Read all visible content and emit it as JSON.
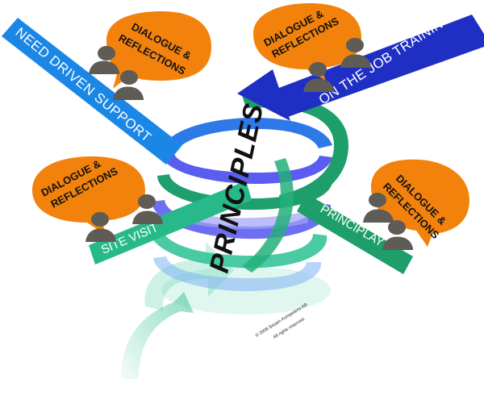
{
  "colors": {
    "blue_arrow": "#1a86e6",
    "dark_blue_arrow": "#1f2fc4",
    "green_arrow": "#1d9e6a",
    "teal_arrow": "#28b98a",
    "speech_bubble": "#f2820c",
    "figure": "#5e5c55",
    "spiral_green": "#1ea06a",
    "spiral_blue": "#2d79e8",
    "spiral_violet": "#5b5cf0"
  },
  "diagram": {
    "center_label": "PRINCIPLES",
    "arrows": {
      "need_driven": "NEED DRIVEN SUPPORT",
      "on_the_job": "ON THE JOB TRAINING",
      "site_visit": "SITE VISIT",
      "principlay": "PRINCIPLAY"
    },
    "bubbles": {
      "top_left": {
        "line1": "DIALOGUE &",
        "line2": "REFLECTIONS"
      },
      "top_right": {
        "line1": "DIALOGUE &",
        "line2": "REFLECTIONS"
      },
      "middle_left": {
        "line1": "DIALOGUE &",
        "line2": "REFLECTIONS"
      },
      "middle_right": {
        "line1": "DIALOGUE &",
        "line2": "REFLECTIONS"
      }
    },
    "copyright": {
      "line1": "© 2008 Sesam Kompetens AB",
      "line2": "All rights reserved."
    }
  }
}
